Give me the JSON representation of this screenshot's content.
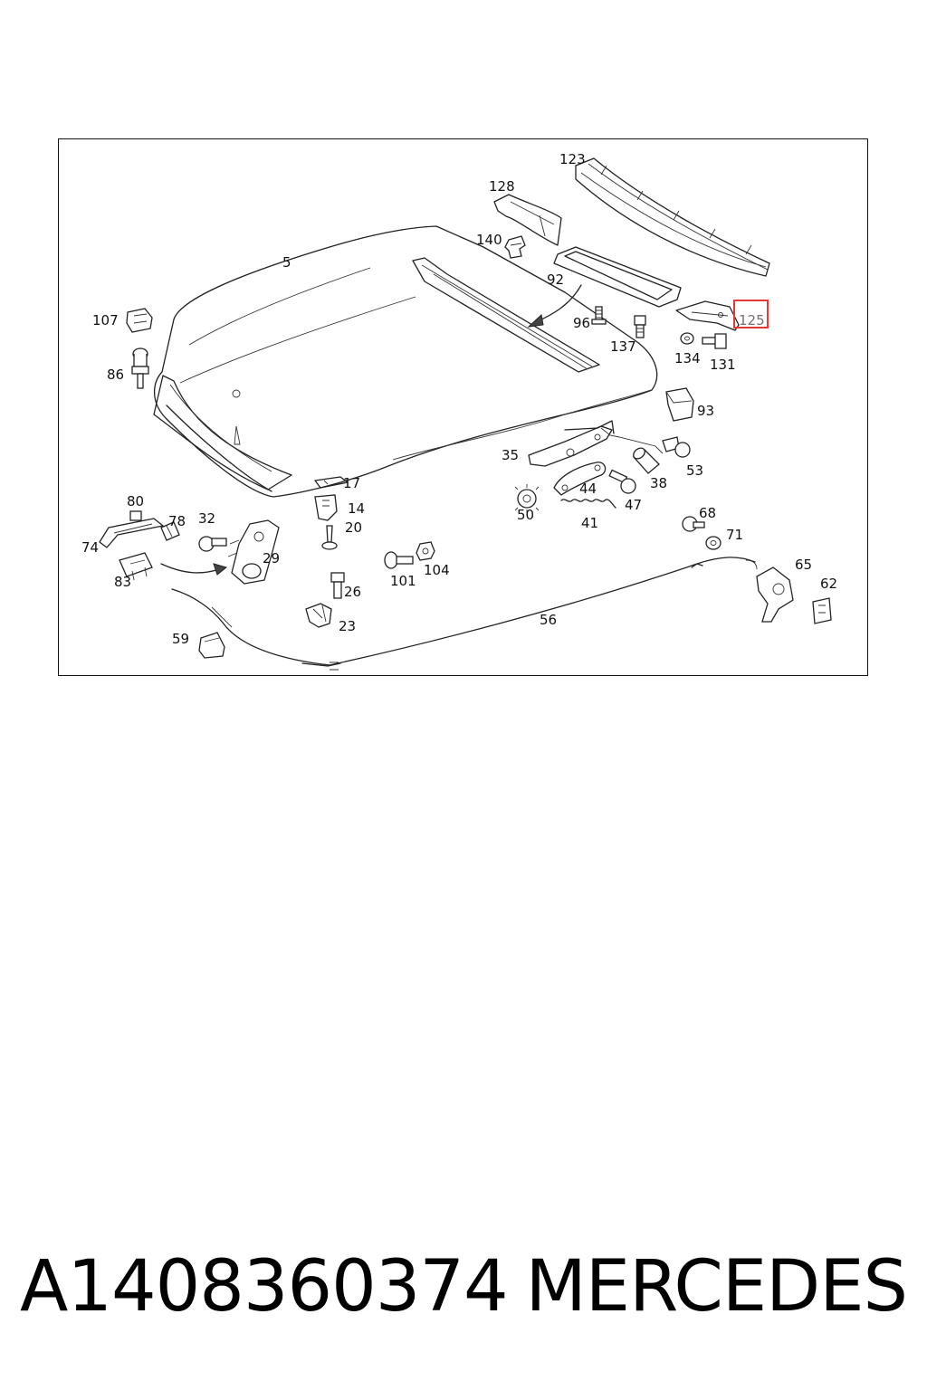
{
  "diagram": {
    "highlighted_callout": "125",
    "highlight_color": "#e53935",
    "callouts": {
      "c5": "5",
      "c107": "107",
      "c86": "86",
      "c128": "128",
      "c123": "123",
      "c140": "140",
      "c92": "92",
      "c96": "96",
      "c137": "137",
      "c125": "125",
      "c134": "134",
      "c131": "131",
      "c93": "93",
      "c35": "35",
      "c53": "53",
      "c38": "38",
      "c44": "44",
      "c47": "47",
      "c50": "50",
      "c41": "41",
      "c17": "17",
      "c14": "14",
      "c20": "20",
      "c80": "80",
      "c78": "78",
      "c32": "32",
      "c74": "74",
      "c29": "29",
      "c83": "83",
      "c68": "68",
      "c71": "71",
      "c101": "101",
      "c104": "104",
      "c65": "65",
      "c62": "62",
      "c26": "26",
      "c56": "56",
      "c23": "23",
      "c59": "59"
    }
  },
  "caption": {
    "part_number": "A1408360374",
    "brand": "MERCEDES"
  }
}
